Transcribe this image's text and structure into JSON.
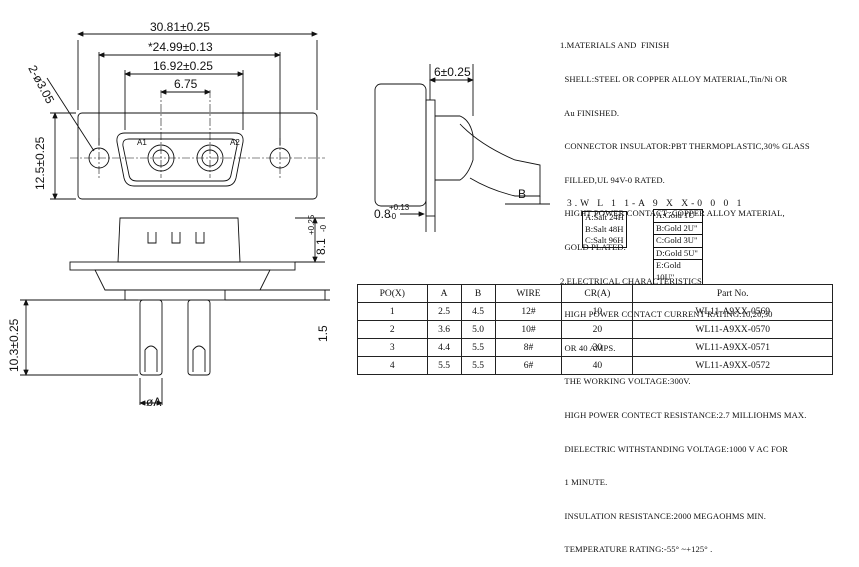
{
  "dims": {
    "overall_width": "30.81±0.25",
    "hole_pitch": "*24.99±0.13",
    "shell_width": "16.92±0.25",
    "contact_pitch": "6.75",
    "hole_dia": "2-ø3.05",
    "height": "12.5±0.25",
    "depth": "6±0.25",
    "flange": "0.8",
    "flange_tol_top": "+0.13",
    "flange_tol_bottom": "-0",
    "side_height": "8.1",
    "side_tol_top": "+0.25",
    "side_tol_bottom": "-0",
    "pin_length": "10.3±0.25",
    "pin_gap": "1.5",
    "pin_dia": "øA",
    "label_b": "B",
    "label_a1": "A1",
    "label_a2": "A2"
  },
  "notes": [
    "1.MATERIALS AND  FINISH",
    "  SHELL:STEEL OR COPPER ALLOY MATERIAL,Tin/Ni OR",
    "  Au FINISHED.",
    "  CONNECTOR INSULATOR:PBT THERMOPLASTIC,30% GLASS",
    "  FILLED,UL 94V-0 RATED.",
    "  HIGHT POWER CONTACT :COPPER ALLOY MATERIAL,",
    "  GOLD PLATED.",
    "2.ELECTRICAL CHARACTERISTICS",
    "  HIGH POWER CONTACT CURRENT RATING:10,20,30",
    "  OR 40 AMPS.",
    "  THE WORKING VOLTAGE:300V.",
    "  HIGH POWER CONTECT RESISTANCE:2.7 MILLIOHMS MAX.",
    "  DIELECTRIC WITHSTANDING VOLTAGE:1000 V AC FOR",
    "  1 MINUTE.",
    "  INSULATION RESISTANCE:2000 MEGAOHMS MIN.",
    "  TEMPERATURE RATING:-55° ~+125° ."
  ],
  "part_code": "3.W L 1 1-A 9 X X-0 0 0 1",
  "salt_options": [
    "A:Salt 24H",
    "B:Salt 48H",
    "C:Salt 96H"
  ],
  "gold_options": [
    "A:Gold 1U\"",
    "B:Gold 2U\"",
    "C:Gold 3U\"",
    "D:Gold 5U\"",
    "E:Gold 10U\""
  ],
  "table": {
    "headers": [
      "PO(X)",
      "A",
      "B",
      "WIRE",
      "CR(A)",
      "Part  No."
    ],
    "rows": [
      [
        "1",
        "2.5",
        "4.5",
        "12#",
        "10",
        "WL11-A9XX-0569"
      ],
      [
        "2",
        "3.6",
        "5.0",
        "10#",
        "20",
        "WL11-A9XX-0570"
      ],
      [
        "3",
        "4.4",
        "5.5",
        "8#",
        "30",
        "WL11-A9XX-0571"
      ],
      [
        "4",
        "5.5",
        "5.5",
        "6#",
        "40",
        "WL11-A9XX-0572"
      ]
    ]
  }
}
